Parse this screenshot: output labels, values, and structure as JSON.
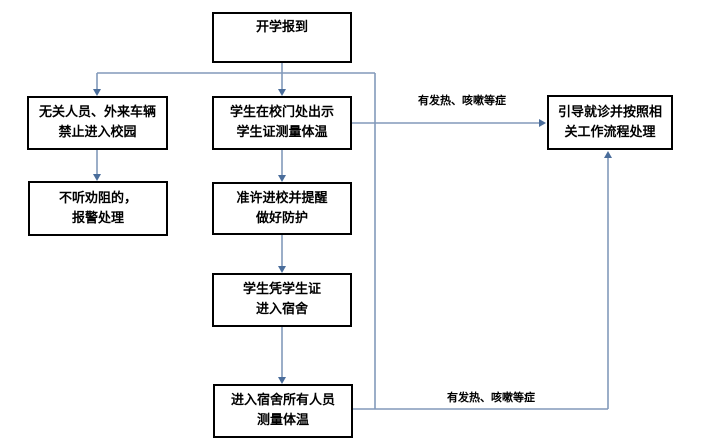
{
  "diagram": {
    "type": "flowchart",
    "colors": {
      "background": "#ffffff",
      "node_border": "#000000",
      "node_text": "#000000",
      "connector": "#8299ba",
      "arrowhead": "#4a6d9b"
    },
    "nodes": {
      "start": "开学报到",
      "left1": "无关人员、外来车辆\n禁止进入校园",
      "left2": "不听劝阻的，\n报警处理",
      "mid1": "学生在校门处出示\n学生证测量体温",
      "mid2": "准许进校并提醒\n做好防护",
      "mid3": "学生凭学生证\n进入宿舍",
      "mid4": "进入宿舍所有人员\n测量体温",
      "right1": "引导就诊并按照相\n关工作流程处理"
    },
    "edge_labels": {
      "fever_top": "有发热、咳嗽等症",
      "fever_bottom": "有发热、咳嗽等症"
    }
  }
}
